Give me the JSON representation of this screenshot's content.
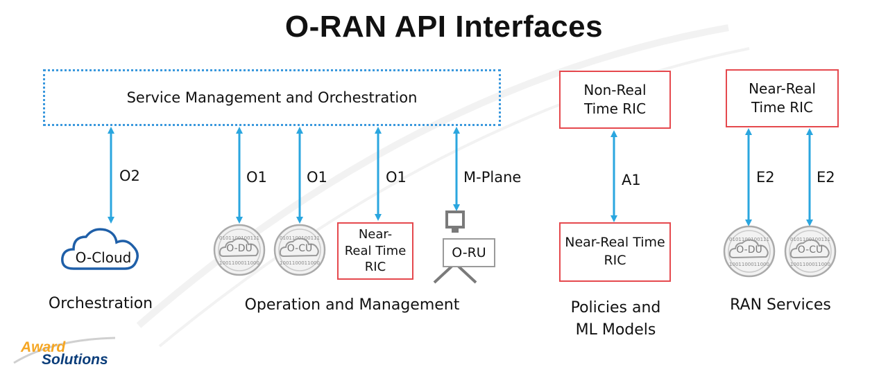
{
  "title": "O-RAN API Interfaces",
  "smo": {
    "label": "Service Management and Orchestration"
  },
  "interfaces": {
    "o2": "O2",
    "o1_du": "O1",
    "o1_cu": "O1",
    "o1_ric": "O1",
    "mplane": "M-Plane",
    "a1": "A1",
    "e2_du": "E2",
    "e2_cu": "E2"
  },
  "nodes": {
    "ocloud": "O-Cloud",
    "odu_oam": "O-DU",
    "ocu_oam": "O-CU",
    "near_rt_ric_oam": "Near-\nReal Time\nRIC",
    "oru": "O-RU",
    "non_rt_ric": "Non-Real\nTime RIC",
    "near_rt_ric_policy": "Near-Real Time\nRIC",
    "near_rt_ric_ran": "Near-Real\nTime RIC",
    "odu_ran": "O-DU",
    "ocu_ran": "O-CU"
  },
  "sections": {
    "orchestration": "Orchestration",
    "oam": "Operation and Management",
    "policies": "Policies and\nML Models",
    "ran_services": "RAN Services"
  },
  "logo": {
    "line1": "Award",
    "line2": "Solutions"
  },
  "colors": {
    "arrow": "#2aa6df",
    "box_border": "#e5484d",
    "smo_border": "#3a98dd",
    "cloud": "#1f5fa8",
    "logo_orange": "#f5a623",
    "logo_blue": "#0a3d7a"
  }
}
